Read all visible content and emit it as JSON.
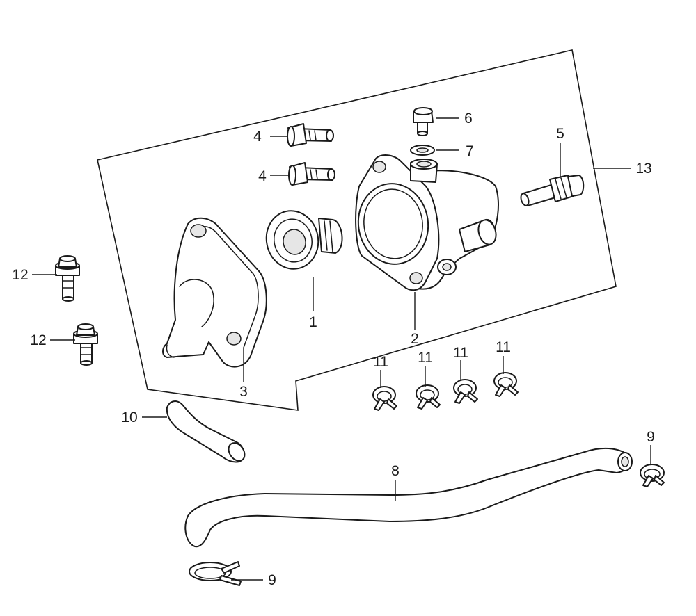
{
  "callouts": {
    "c1": "1",
    "c2": "2",
    "c3": "3",
    "c4a": "4",
    "c4b": "4",
    "c5": "5",
    "c6": "6",
    "c7": "7",
    "c8": "8",
    "c9a": "9",
    "c9b": "9",
    "c10": "10",
    "c11a": "11",
    "c11b": "11",
    "c11c": "11",
    "c11d": "11",
    "c12a": "12",
    "c12b": "12",
    "c13": "13"
  }
}
